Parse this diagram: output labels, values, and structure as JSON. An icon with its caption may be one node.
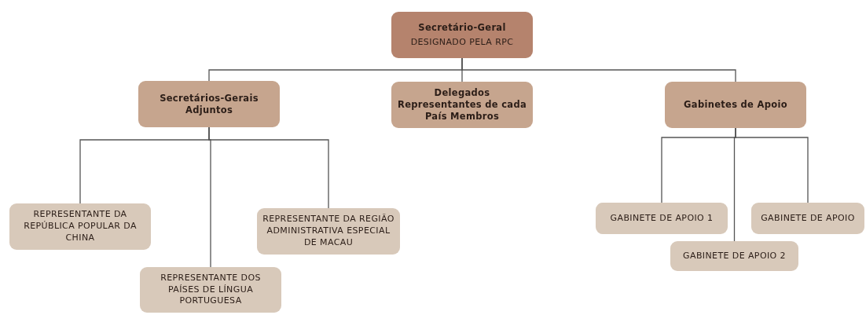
{
  "diagram": {
    "nodes": [
      {
        "text": [
          "Secretário-Geral",
          "DESIGNADO PELA RPC"
        ]
      },
      {
        "text": [
          "Secretários-Gerais Adjuntos"
        ]
      },
      {
        "text": [
          "Delegados Representantes de cada País Membros"
        ]
      },
      {
        "text": [
          "Gabinetes de Apoio"
        ]
      },
      {
        "text": [
          "REPRESENTANTE DA REPÚBLICA POPULAR DA CHINA"
        ]
      },
      {
        "text": [
          "REPRESENTANTE DOS PAÍSES DE LÍNGUA PORTUGUESA"
        ]
      },
      {
        "text": [
          "REPRESENTANTE DA REGIÃO ADMINISTRATIVA ESPECIAL DE MACAU"
        ]
      },
      {
        "text": [
          "GABINETE DE APOIO 1"
        ]
      },
      {
        "text": [
          "GABINETE DE APOIO 2"
        ]
      },
      {
        "text": [
          "GABINETE DE APOIO"
        ]
      }
    ],
    "edges": [
      {
        "from": 0,
        "to": 1,
        "arrow": "none"
      },
      {
        "from": 0,
        "to": 2,
        "arrow": "none"
      },
      {
        "from": 0,
        "to": 3,
        "arrow": "none"
      },
      {
        "from": 1,
        "to": 4,
        "arrow": "none"
      },
      {
        "from": 1,
        "to": 5,
        "arrow": "none"
      },
      {
        "from": 1,
        "to": 6,
        "arrow": "none"
      },
      {
        "from": 3,
        "to": 7,
        "arrow": "none"
      },
      {
        "from": 3,
        "to": 8,
        "arrow": "none"
      },
      {
        "from": 3,
        "to": 9,
        "arrow": "none"
      }
    ]
  }
}
